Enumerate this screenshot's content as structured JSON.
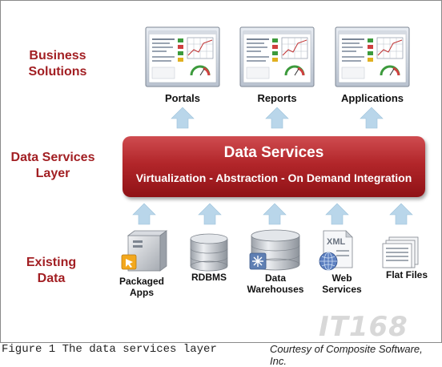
{
  "sections": {
    "business": "Business Solutions",
    "business_line1": "Business",
    "business_line2": "Solutions",
    "services_line1": "Data Services",
    "services_line2": "Layer",
    "existing_line1": "Existing",
    "existing_line2": "Data"
  },
  "applications": [
    {
      "label": "Portals"
    },
    {
      "label": "Reports"
    },
    {
      "label": "Applications"
    }
  ],
  "data_services": {
    "title": "Data Services",
    "subtitle": "Virtualization - Abstraction - On Demand Integration"
  },
  "sources": [
    {
      "line1": "Packaged",
      "line2": "Apps",
      "icon": "packaged-apps-icon"
    },
    {
      "line1": "RDBMS",
      "line2": "",
      "icon": "database-icon"
    },
    {
      "line1": "Data",
      "line2": "Warehouses",
      "icon": "data-warehouse-icon"
    },
    {
      "line1": "Web",
      "line2": "Services",
      "icon": "xml-globe-icon",
      "badge": "XML"
    },
    {
      "line1": "Flat Files",
      "line2": "",
      "icon": "flat-files-icon"
    }
  ],
  "caption": {
    "left": "Figure 1 The data services layer",
    "right": "Courtesy of Composite Software, Inc."
  },
  "watermark": "IT168",
  "colors": {
    "accent_red": "#a21f23",
    "band_red": "#b2262a",
    "arrow_blue": "#b9d6ea"
  }
}
